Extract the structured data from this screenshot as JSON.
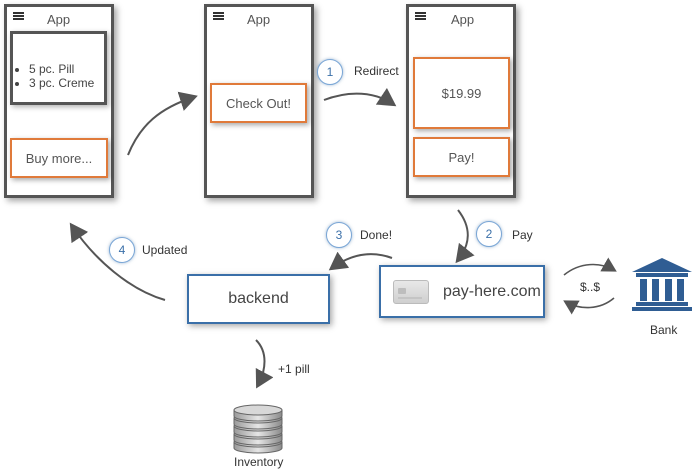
{
  "screens": [
    {
      "title": "App",
      "cart_items": [
        "5 pc. Pill",
        "3 pc. Creme"
      ],
      "buy_more_label": "Buy more..."
    },
    {
      "title": "App",
      "checkout_label": "Check Out!"
    },
    {
      "title": "App",
      "price": "$19.99",
      "pay_label": "Pay!"
    }
  ],
  "nodes": {
    "payment_service": "pay-here.com",
    "backend": "backend",
    "bank": "Bank",
    "inventory": "Inventory"
  },
  "steps": [
    {
      "number": "1",
      "label": "Redirect"
    },
    {
      "number": "2",
      "label": "Pay"
    },
    {
      "number": "3",
      "label": "Done!"
    },
    {
      "number": "4",
      "label": "Updated"
    }
  ],
  "edge_labels": {
    "bank_exchange": "$..$",
    "inventory_update": "+1 pill"
  },
  "colors": {
    "app_highlight": "#e07a3a",
    "service_border": "#3a6fa8",
    "bank": "#2f5d93"
  }
}
